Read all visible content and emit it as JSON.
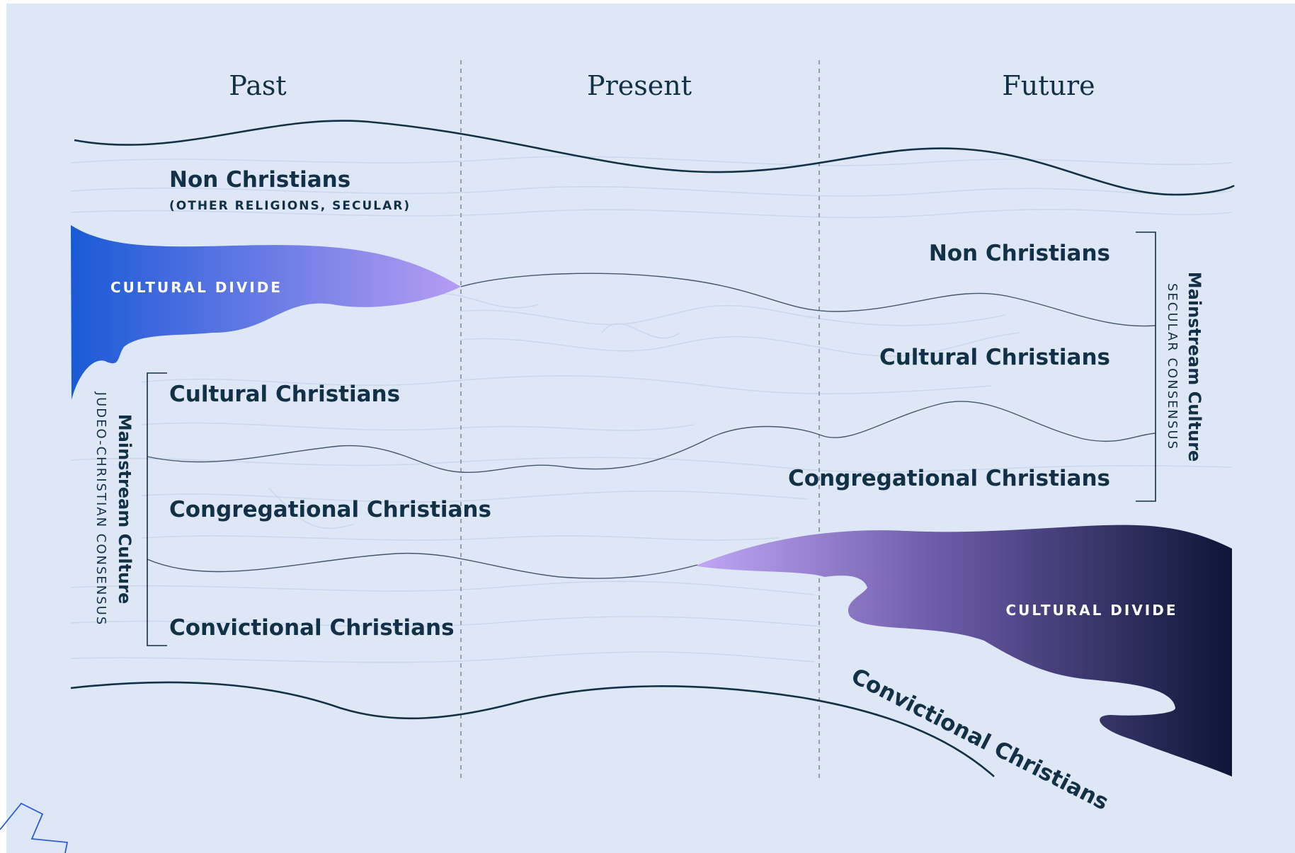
{
  "eras": {
    "past": "Past",
    "present": "Present",
    "future": "Future"
  },
  "past": {
    "non_christians": "Non Christians",
    "non_christians_note": "(OTHER RELIGIONS, SECULAR)",
    "cultural_divide": "CULTURAL DIVIDE",
    "cultural_christians": "Cultural Christians",
    "congregational_christians": "Congregational Christians",
    "convictional_christians": "Convictional Christians",
    "bracket_title": "Mainstream Culture",
    "bracket_subtitle": "JUDEO-CHRISTIAN CONSENSUS"
  },
  "future": {
    "non_christians": "Non Christians",
    "cultural_christians": "Cultural Christians",
    "congregational_christians": "Congregational Christians",
    "cultural_divide": "CULTURAL DIVIDE",
    "convictional_christians": "Convictional Christians",
    "bracket_title": "Mainstream Culture",
    "bracket_subtitle": "SECULAR CONSENSUS"
  },
  "colors": {
    "background": "#dde7f6",
    "ink": "#123147",
    "divide_past_start": "#1a5ad6",
    "divide_past_end": "#b69cf2",
    "divide_future_start": "#c0a6f5",
    "divide_future_end": "#0c1636"
  }
}
